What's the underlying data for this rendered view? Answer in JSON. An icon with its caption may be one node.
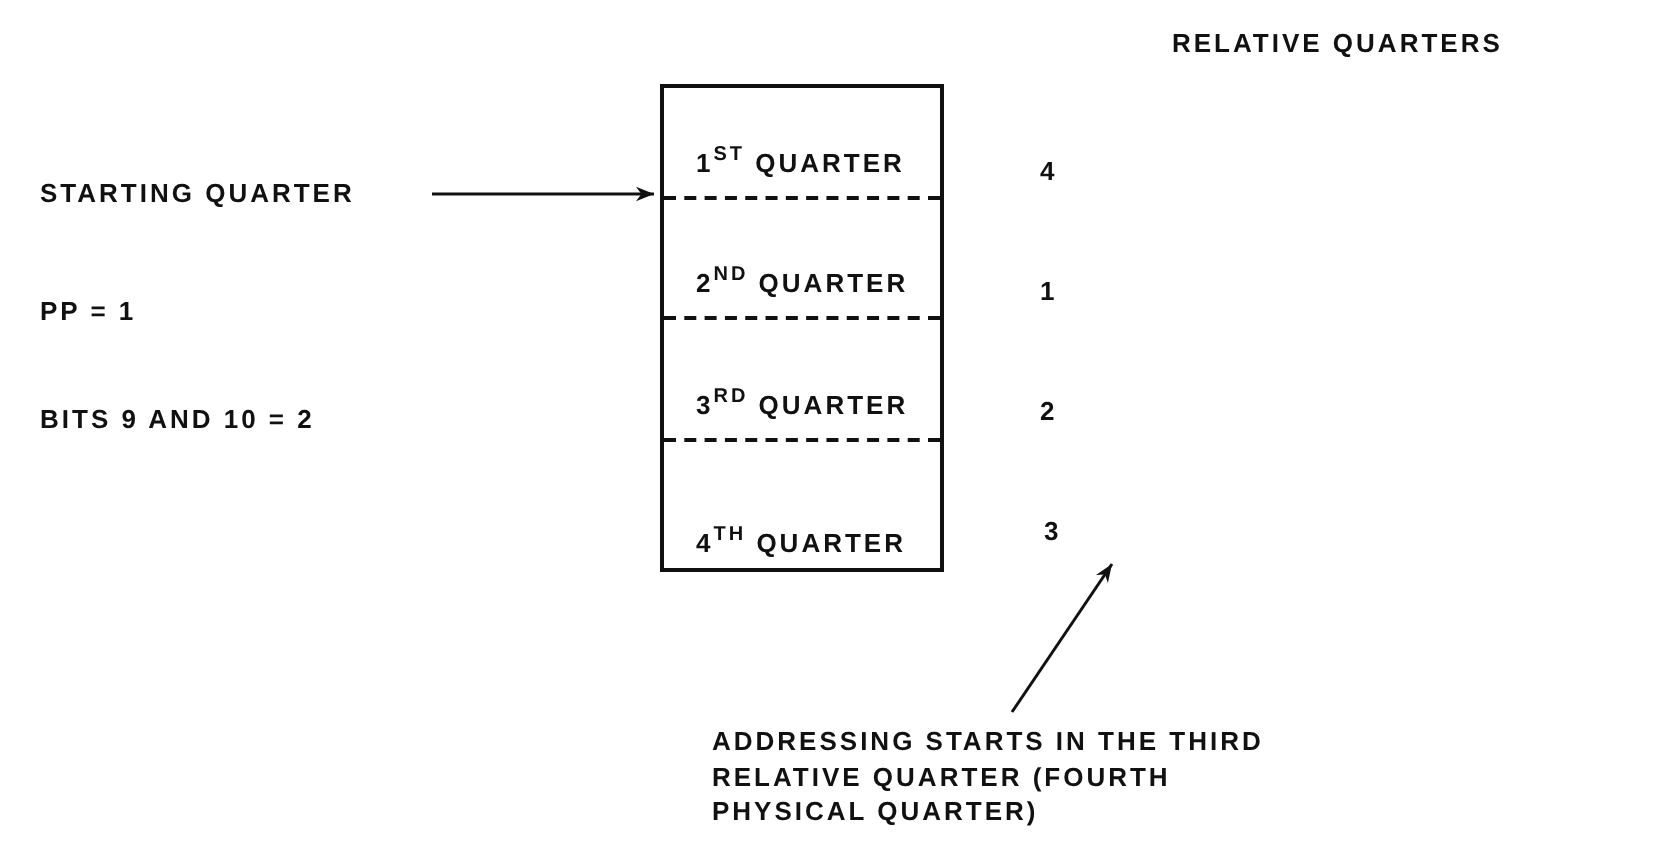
{
  "diagram": {
    "nodes": [
      {
        "text": [],
        "shape": "box"
      },
      {
        "text": [
          "1$^{ST}$ QUARTER"
        ],
        "in": 0
      },
      {
        "text": [
          "2$^{ND}$ QUARTER"
        ],
        "in": 0
      },
      {
        "text": [
          "3$^{RD}$ QUARTER"
        ],
        "in": 0
      },
      {
        "text": [
          "4$^{TH}$ QUARTER"
        ],
        "in": 0
      },
      {
        "text": [
          "STARTING QUARTER"
        ]
      },
      {
        "text": [
          "3"
        ]
      },
      {
        "text": [
          "ADDRESSING STARTS IN THE THIRD RELATIVE QUARTER (FOURTH PHYSICAL QUARTER)"
        ]
      }
    ],
    "edges": [
      {
        "from": 5,
        "to": 0,
        "arrow": "to"
      },
      {
        "from": 7,
        "to": 6,
        "arrow": "to"
      }
    ],
    "labels": [
      "RELATIVE QUARTERS",
      "4",
      "1",
      "2",
      "PP = 1",
      "BITS 9 AND 10 = 2"
    ]
  }
}
